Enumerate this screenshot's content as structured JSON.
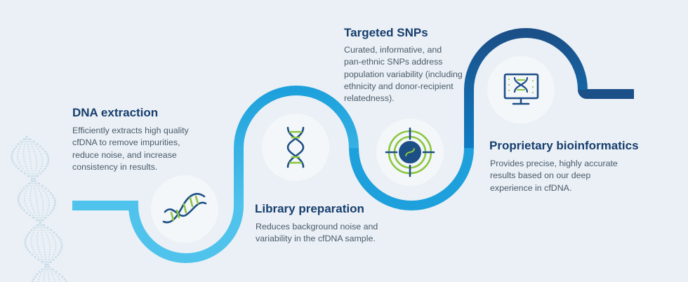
{
  "colors": {
    "background": "#eaf0f5",
    "track_light": "#4fc3ec",
    "track_mid": "#1da0dc",
    "track_blue": "#0f7cc4",
    "track_dark": "#1b4f87",
    "icon_circle": "#f4f7fa",
    "icon_navy": "#1d4f87",
    "icon_lime": "#8cc63f",
    "title": "#173e6e",
    "body": "#4a5a6b"
  },
  "steps": [
    {
      "title": "DNA extraction",
      "description": [
        "Efficiently extracts high quality",
        "cfDNA to remove impurities,",
        "reduce noise, and increase",
        "consistency in results."
      ],
      "icon": "dna-helix-icon"
    },
    {
      "title": "Library preparation",
      "description": [
        "Reduces background noise and",
        "variability in the cfDNA sample."
      ],
      "icon": "dna-strand-icon"
    },
    {
      "title": "Targeted SNPs",
      "description": [
        "Curated, informative, and",
        "pan-ethnic SNPs address",
        "population variability (including",
        "ethnicity and donor-recipient",
        "relatedness)."
      ],
      "icon": "target-crosshair-icon"
    },
    {
      "title": "Proprietary bioinformatics",
      "description": [
        "Provides precise, highly accurate",
        "results based on our deep",
        "experience in cfDNA."
      ],
      "icon": "monitor-dna-icon"
    }
  ]
}
